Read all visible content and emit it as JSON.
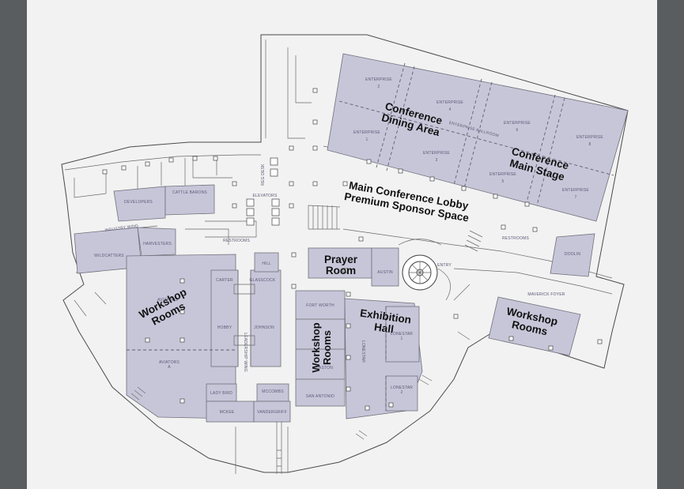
{
  "colors": {
    "frame": "#5a5d60",
    "paper": "#f2f2f2",
    "room_fill": "#c7c6d9",
    "room_label": "#5b5a76",
    "area_label": "#111111"
  },
  "areas": {
    "dining_line1": "Conference",
    "dining_line2": "Dining Area",
    "main_stage_line1": "Conference",
    "main_stage_line2": "Main Stage",
    "lobby_line1": "Main Conference Lobby",
    "lobby_line2": "Premium Sponsor Space",
    "prayer_line1": "Prayer",
    "prayer_line2": "Room",
    "workshop_left_line1": "Workshop",
    "workshop_left_line2": "Rooms",
    "workshop_center_line1": "Workshop",
    "workshop_center_line2": "Rooms",
    "workshop_right_line1": "Workshop",
    "workshop_right_line2": "Rooms",
    "exhibition_line1": "Exhibition",
    "exhibition_line2": "Hall"
  },
  "rooms": {
    "enterprise": "ENTERPRISE",
    "e2": "2",
    "e4": "4",
    "e6": "6",
    "e8": "8",
    "e1": "1",
    "e3": "3",
    "e5": "5",
    "e7": "7",
    "enterprise_ballroom": "ENTERPRISE BALLROOM",
    "reg_desk": "REG DESK",
    "elevators": "ELEVATORS",
    "developers": "DEVELOPERS",
    "cattle_barons": "CATTLE BARONS",
    "industry_wing": "INDUSTRY WING",
    "wildcatters": "WILDCATTERS",
    "harvesters": "HARVESTERS",
    "restrooms_left": "RESTROOMS",
    "restrooms_right": "RESTROOMS",
    "hill": "HILL",
    "carter": "CARTER",
    "glasscock": "GLASSCOCK",
    "hobby": "HOBBY",
    "johnson": "JOHNSON",
    "leadership_wing": "LEADERSHIP WING",
    "aviators": "AVIATORS",
    "aviators_a": "AVIATORS",
    "a": "A",
    "lady_bird": "LADY BIRD",
    "mccombs": "MCCOMBS",
    "mckee": "MCKEE",
    "vandergriff": "VANDERGRIFF",
    "austin": "AUSTIN",
    "fort_worth": "FORT WORTH",
    "aston": "ASTON",
    "san_antonio": "SAN ANTONIO",
    "lonestar": "LONESTAR",
    "lonestar_1": "LONESTAR",
    "one": "1",
    "lonestar_2": "LONESTAR",
    "two": "2",
    "entry": "ENTRY",
    "doolin": "DOOLIN",
    "maverick_foyer": "MAVERICK FOYER"
  }
}
